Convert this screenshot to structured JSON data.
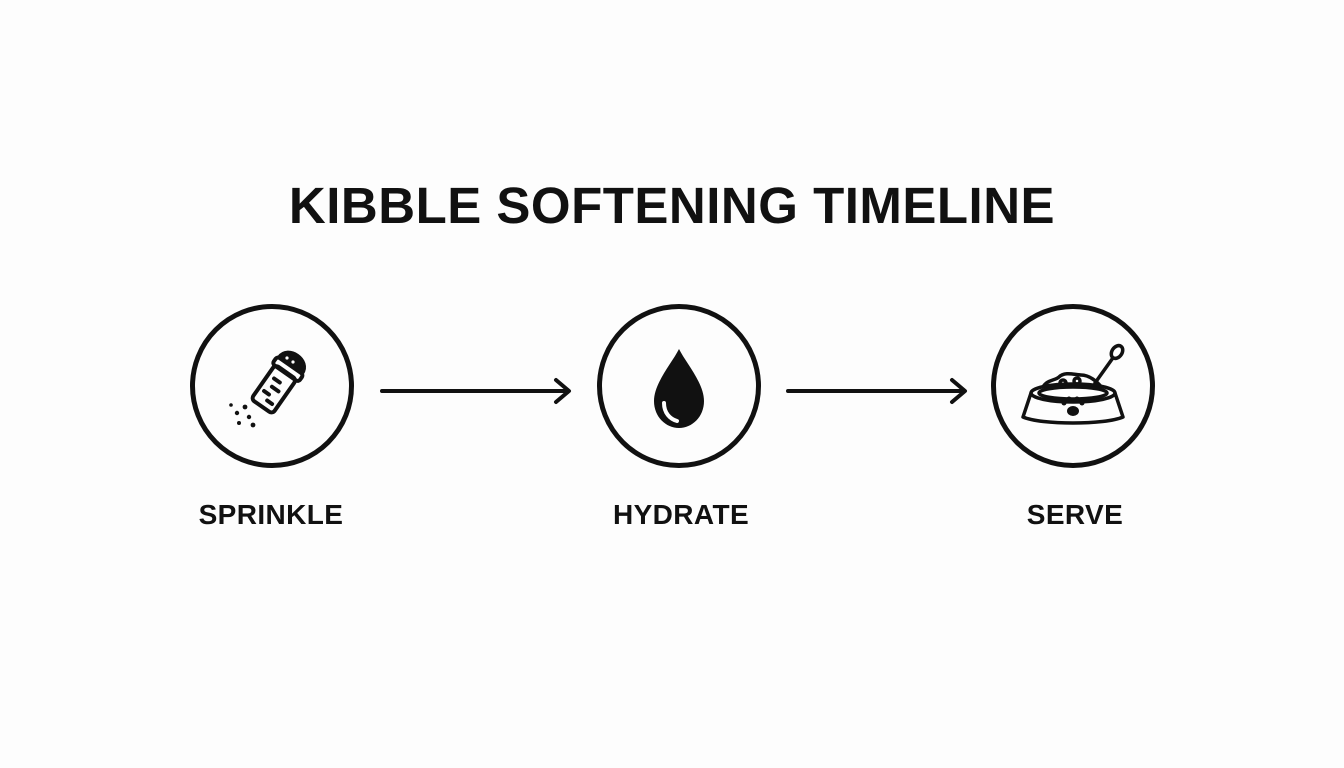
{
  "title": "KIBBLE SOFTENING TIMELINE",
  "steps": [
    {
      "label": "SPRINKLE",
      "icon": "salt-shaker-icon"
    },
    {
      "label": "HYDRATE",
      "icon": "water-drop-icon"
    },
    {
      "label": "SERVE",
      "icon": "dog-bowl-icon"
    }
  ],
  "connectors": [
    "arrow-right-icon",
    "arrow-right-icon"
  ],
  "colors": {
    "background": "#fdfdfd",
    "ink": "#111111"
  }
}
